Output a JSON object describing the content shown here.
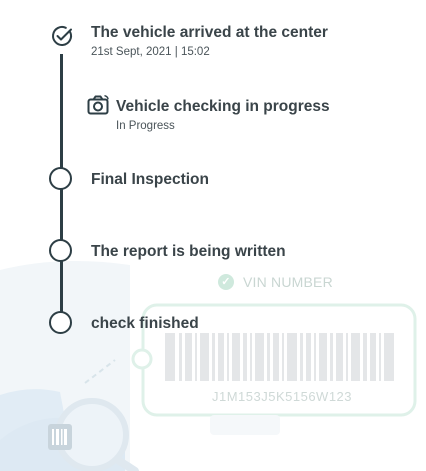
{
  "timeline": {
    "steps": [
      {
        "title": "The vehicle arrived at the center",
        "subtitle": "21st Sept, 2021 | 15:02",
        "state": "done",
        "icon": "check-circle-icon"
      },
      {
        "title": "Vehicle checking in progress",
        "subtitle": "In Progress",
        "state": "current",
        "icon": "camera-icon"
      },
      {
        "title": "Final Inspection",
        "state": "pending",
        "icon": "empty-circle-icon"
      },
      {
        "title": "The report is being written",
        "state": "pending",
        "icon": "empty-circle-icon"
      },
      {
        "title": "check finished",
        "state": "pending",
        "icon": "empty-circle-icon"
      }
    ]
  },
  "background": {
    "vin_label": "VIN NUMBER",
    "vin_code": "J1M153J5K5156W123"
  },
  "colors": {
    "line": "#2d3e45",
    "text": "#3a4449",
    "faded_green": "#cfe9dd",
    "faded_blue": "#dbe8f3"
  }
}
